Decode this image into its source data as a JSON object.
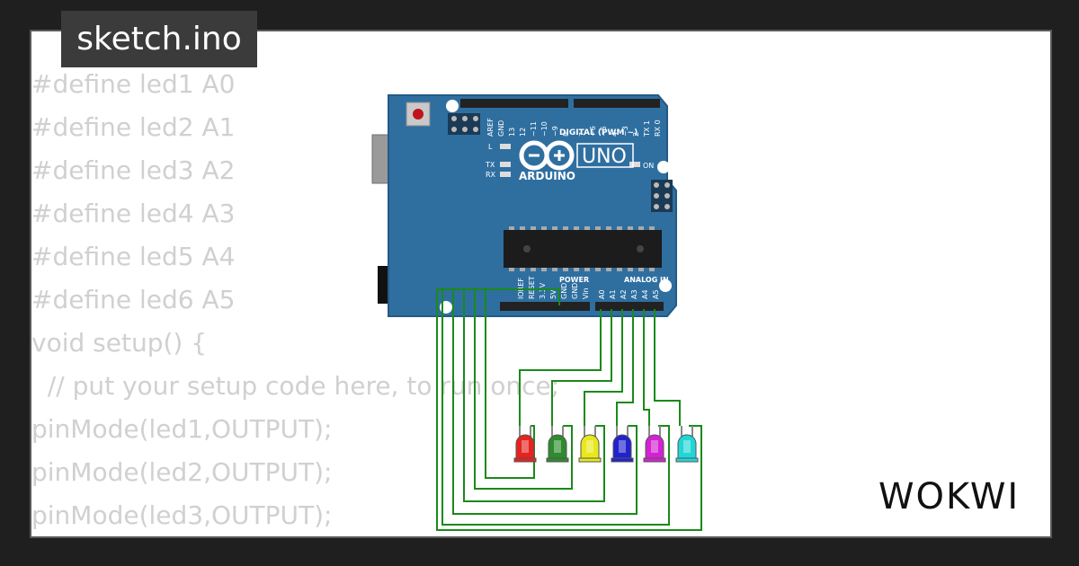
{
  "header": {
    "title": "sketch.ino"
  },
  "code_lines": [
    "#define led1 A0",
    "#define led2 A1",
    "#define led3 A2",
    "#define led4 A3",
    "#define led5 A4",
    "#define led6 A5",
    "void setup() {",
    "  // put your setup code here, to run once;",
    "pinMode(led1,OUTPUT);",
    "pinMode(led2,OUTPUT);",
    "pinMode(led3,OUTPUT);"
  ],
  "board": {
    "brand": "ARDUINO",
    "model": "UNO",
    "digital_label": "DIGITAL (PWM ~)",
    "power_label": "POWER",
    "analog_label": "ANALOG IN",
    "on_label": "ON",
    "l_label": "L",
    "tx_label": "TX",
    "rx_label": "RX",
    "top_pins": [
      "AREF",
      "GND",
      "13",
      "12",
      "~11",
      "~10",
      "~9",
      "8",
      "7",
      "~6",
      "~5",
      "4",
      "~3",
      "2",
      "TX 1",
      "RX 0"
    ],
    "power_pins": [
      "IOREF",
      "RESET",
      "3.3V",
      "5V",
      "GND",
      "GND",
      "Vin"
    ],
    "analog_pins": [
      "A0",
      "A1",
      "A2",
      "A3",
      "A4",
      "A5"
    ]
  },
  "leds": [
    {
      "name": "led-red",
      "color": "#e5231f"
    },
    {
      "name": "led-green",
      "color": "#2e8b2e"
    },
    {
      "name": "led-yellow",
      "color": "#e8e81a"
    },
    {
      "name": "led-blue",
      "color": "#2222cc"
    },
    {
      "name": "led-magenta",
      "color": "#d222d2"
    },
    {
      "name": "led-cyan",
      "color": "#22d6d6"
    }
  ],
  "colors": {
    "background": "#1f1f1f",
    "card": "#ffffff",
    "code_text": "#d0d0d0",
    "board_blue": "#2f6fa0",
    "wire_green": "#1a8a1a"
  },
  "logo": {
    "text": "WOKWI"
  }
}
